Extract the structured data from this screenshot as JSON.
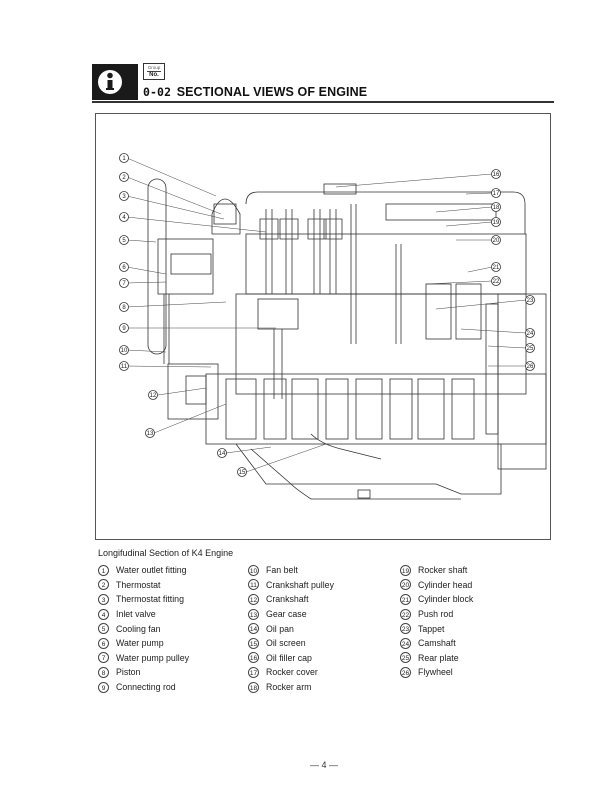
{
  "header": {
    "icon": "info-icon",
    "group_box": {
      "line1": "Group",
      "line2": "No."
    },
    "section_number": "0-02",
    "section_title": "SECTIONAL VIEWS OF ENGINE"
  },
  "figure": {
    "subject": "engine-longitudinal-section-diagram",
    "callouts": [
      "1",
      "2",
      "3",
      "4",
      "5",
      "6",
      "7",
      "8",
      "9",
      "10",
      "11",
      "12",
      "13",
      "14",
      "15",
      "16",
      "17",
      "18",
      "19",
      "20",
      "21",
      "22",
      "23",
      "24",
      "25",
      "26"
    ]
  },
  "caption": "Longifudinal Section of K4 Engine",
  "legend": {
    "column1": [
      {
        "num": "1",
        "label": "Water outlet fitting"
      },
      {
        "num": "2",
        "label": "Thermostat"
      },
      {
        "num": "3",
        "label": "Thermostat fitting"
      },
      {
        "num": "4",
        "label": "Inlet valve"
      },
      {
        "num": "5",
        "label": "Cooling fan"
      },
      {
        "num": "6",
        "label": "Water pump"
      },
      {
        "num": "7",
        "label": "Water pump pulley"
      },
      {
        "num": "8",
        "label": "Piston"
      },
      {
        "num": "9",
        "label": "Connecting rod"
      }
    ],
    "column2": [
      {
        "num": "10",
        "label": "Fan belt"
      },
      {
        "num": "11",
        "label": "Crankshaft pulley"
      },
      {
        "num": "12",
        "label": "Crankshaft"
      },
      {
        "num": "13",
        "label": "Gear case"
      },
      {
        "num": "14",
        "label": "Oil pan"
      },
      {
        "num": "15",
        "label": "Oil screen"
      },
      {
        "num": "16",
        "label": "Oil filler cap"
      },
      {
        "num": "17",
        "label": "Rocker cover"
      },
      {
        "num": "18",
        "label": "Rocker arm"
      }
    ],
    "column3": [
      {
        "num": "19",
        "label": "Rocker shaft"
      },
      {
        "num": "20",
        "label": "Cylinder head"
      },
      {
        "num": "21",
        "label": "Cylinder block"
      },
      {
        "num": "22",
        "label": "Push rod"
      },
      {
        "num": "23",
        "label": "Tappet"
      },
      {
        "num": "24",
        "label": "Camshaft"
      },
      {
        "num": "25",
        "label": "Rear plate"
      },
      {
        "num": "26",
        "label": "Flywheel"
      }
    ]
  },
  "page_number": "— 4 —"
}
